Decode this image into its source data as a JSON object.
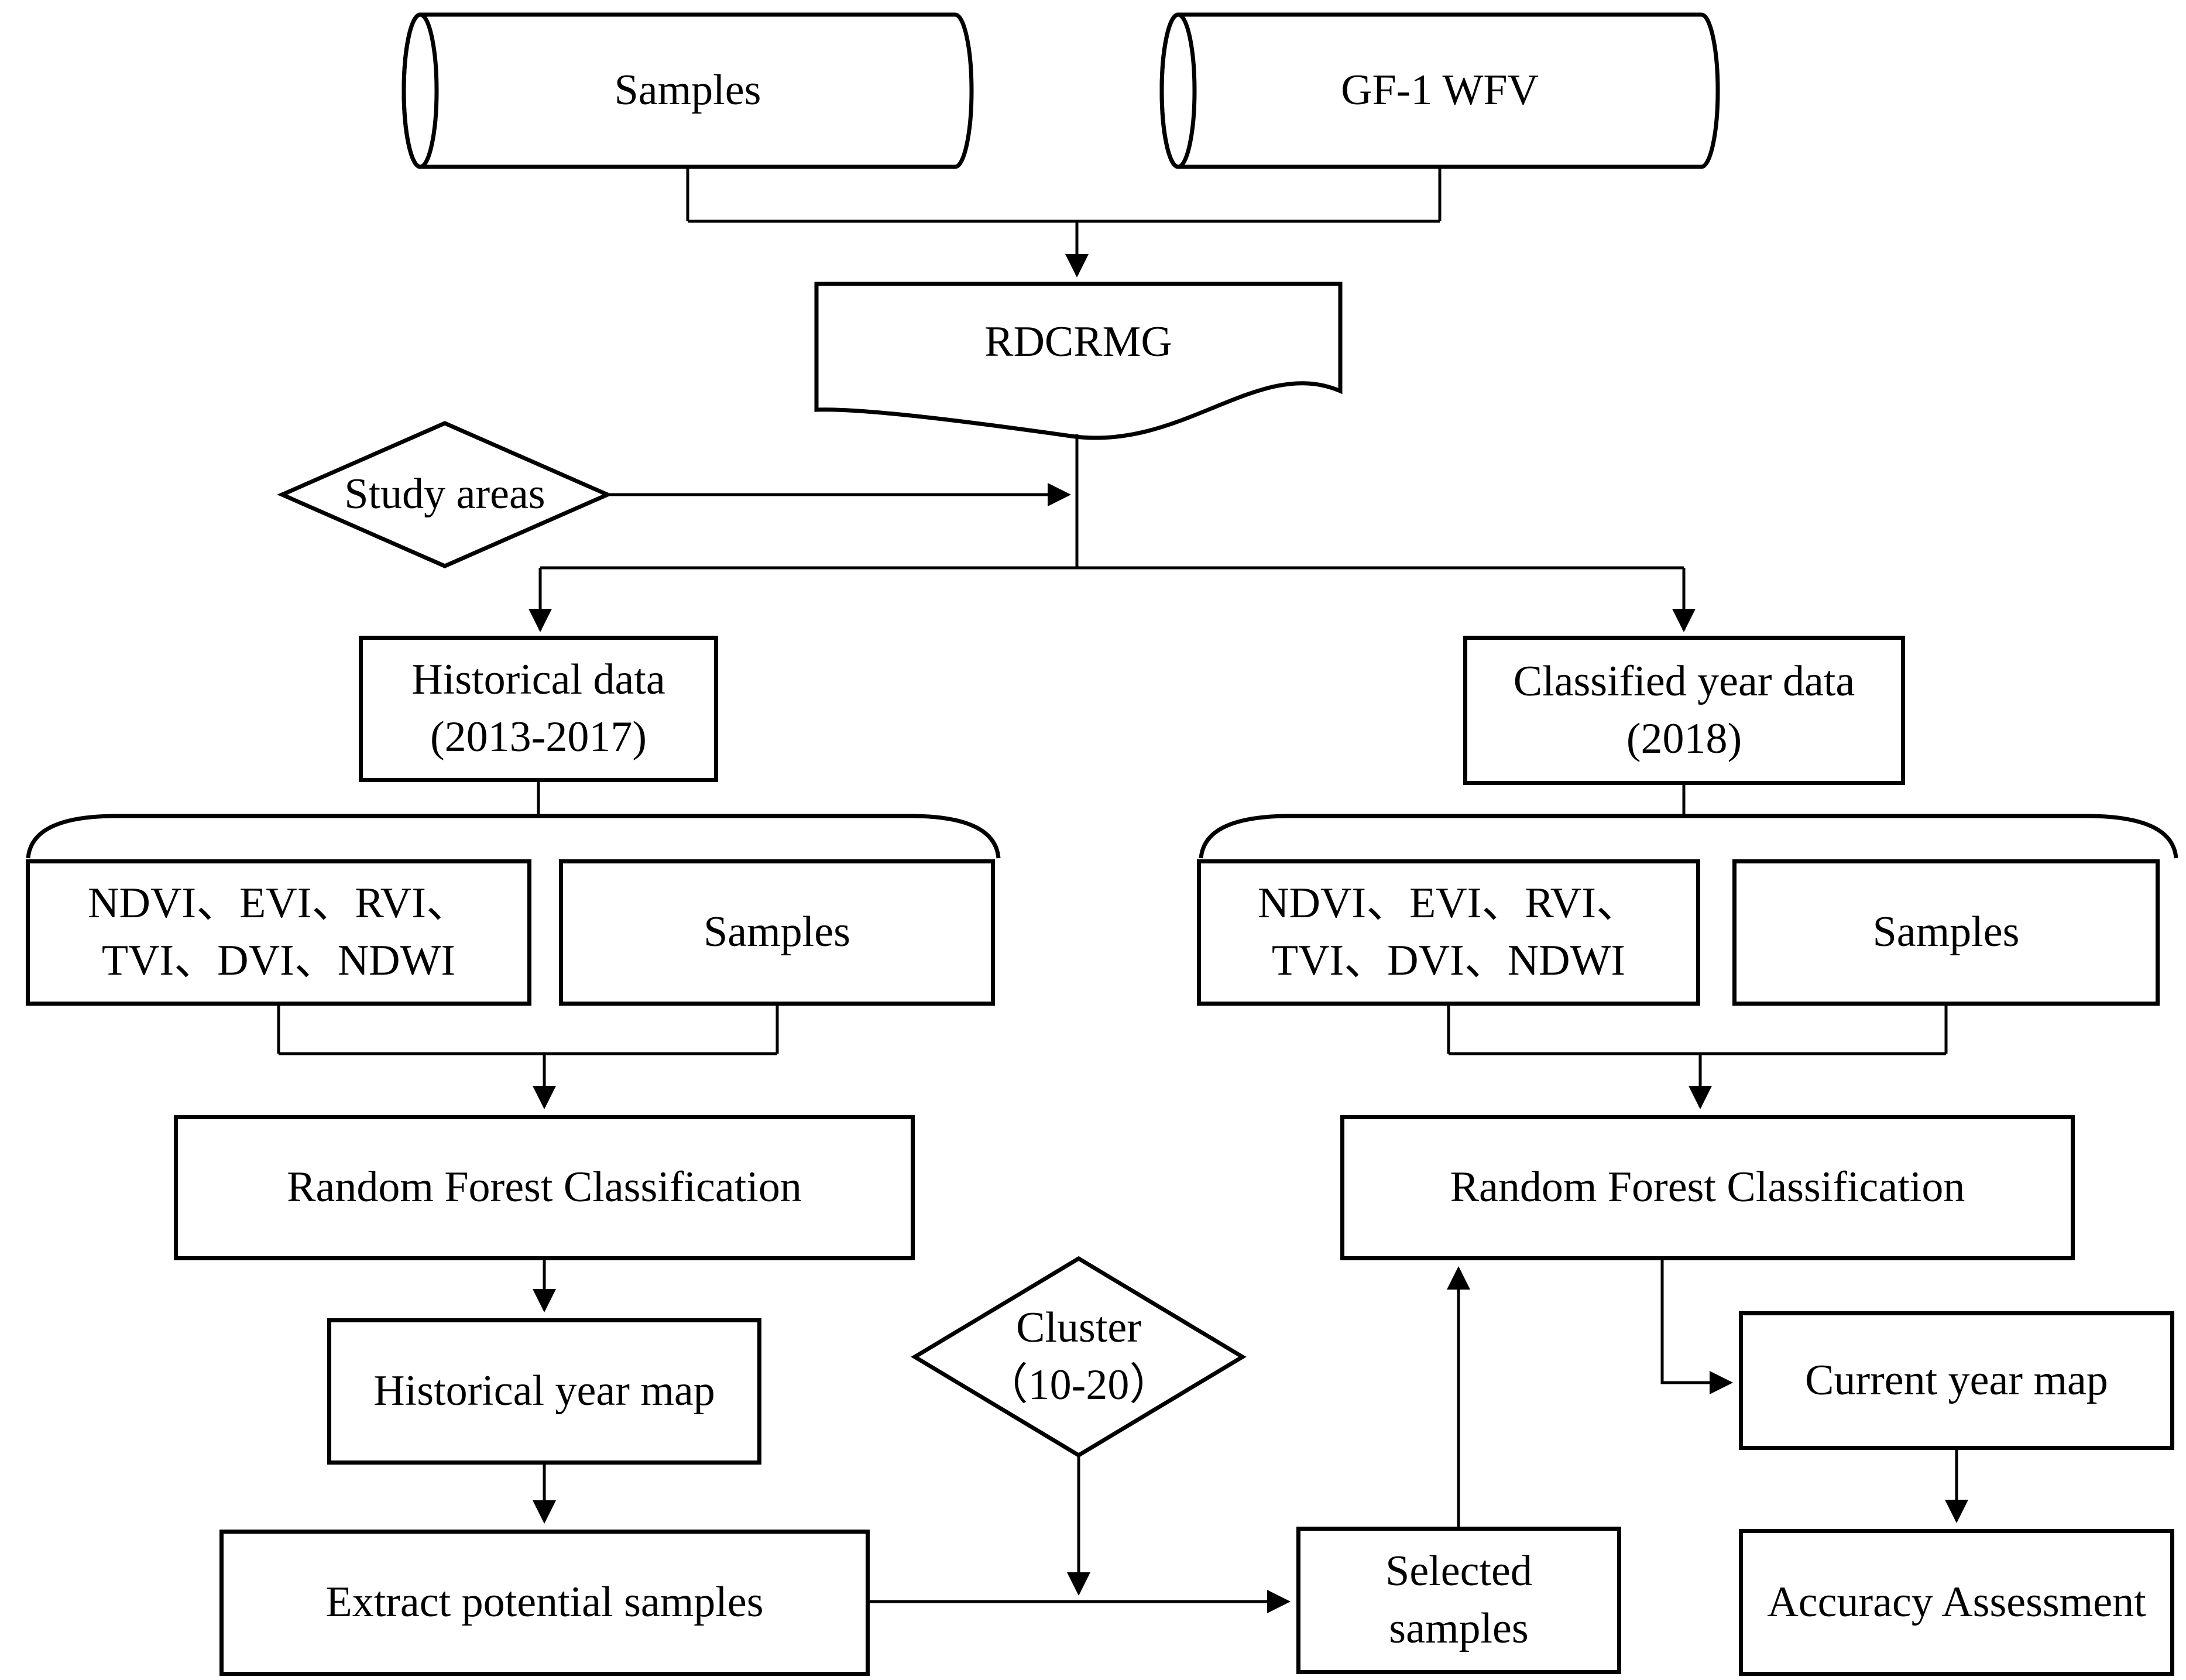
{
  "diagram": {
    "colors": {
      "stroke": "#000000",
      "background": "#ffffff"
    },
    "nodes": {
      "samples_cylinder": "Samples",
      "gf1_cylinder": "GF-1 WFV",
      "rdcrmg": "RDCRMG",
      "study_areas": "Study areas",
      "historical_data": "Historical data\n(2013-2017)",
      "classified_year_data": "Classified year data\n(2018)",
      "indices_left": "NDVI、EVI、RVI、\nTVI、DVI、NDWI",
      "samples_left": "Samples",
      "indices_right": "NDVI、EVI、RVI、\nTVI、DVI、NDWI",
      "samples_right": "Samples",
      "rfc_left": "Random Forest Classification",
      "rfc_right": "Random Forest Classification",
      "historical_year_map": "Historical year map",
      "extract_potential_samples": "Extract potential samples",
      "cluster": "Cluster\n（10-20）",
      "selected_samples": "Selected\nsamples",
      "current_year_map": "Current year map",
      "accuracy_assessment": "Accuracy Assessment"
    }
  }
}
